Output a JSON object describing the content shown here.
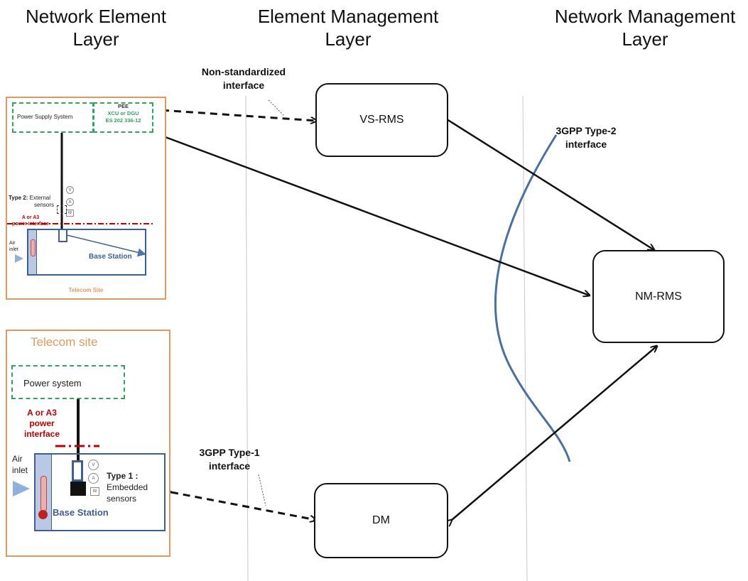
{
  "layers": {
    "ne": {
      "line1": "Network Element",
      "line2": "Layer"
    },
    "em": {
      "line1": "Element Management",
      "line2": "Layer"
    },
    "nm": {
      "line1": "Network Management",
      "line2": "Layer"
    }
  },
  "nodes": {
    "vs_rms": "VS-RMS",
    "nm_rms": "NM-RMS",
    "dm": "DM"
  },
  "interfaces": {
    "non_std": {
      "line1": "Non-standardized",
      "line2": "interface"
    },
    "type2": {
      "line1": "3GPP Type-2",
      "line2": "interface"
    },
    "type1": {
      "line1": "3GPP Type-1",
      "line2": "interface"
    }
  },
  "site_top": {
    "power_supply": "Power Supply System",
    "pee": {
      "line1": "PEE",
      "line2": "XCU or DGU",
      "line3": "ES 202 336-12"
    },
    "type2_label": "Type 2:",
    "type2_rest": " External",
    "sensors": "sensors",
    "power_if": {
      "line1": "A or A3",
      "line2": "power interface"
    },
    "air": {
      "line1": "Air",
      "line2": "inlet"
    },
    "base_station": "Base Station",
    "telecom_site": "Telecom Site",
    "meters": [
      "V",
      "A",
      "W"
    ]
  },
  "site_bottom": {
    "title": "Telecom site",
    "power_system": "Power system",
    "power_if": {
      "line1": "A or A3",
      "line2": "power",
      "line3": "interface"
    },
    "air": {
      "line1": "Air",
      "line2": "inlet"
    },
    "type1_label": "Type 1",
    "type1_colon": " :",
    "embedded": {
      "line1": "Embedded",
      "line2": "sensors"
    },
    "base_station": "Base Station",
    "meters": [
      "V",
      "A",
      "W"
    ]
  },
  "colors": {
    "site_border": "#e19a5c",
    "dashed_green": "#2fa561",
    "base_station_blue": "#3e5f91",
    "power_red": "#c00000",
    "boundary_curve": "#4a6fa5"
  }
}
